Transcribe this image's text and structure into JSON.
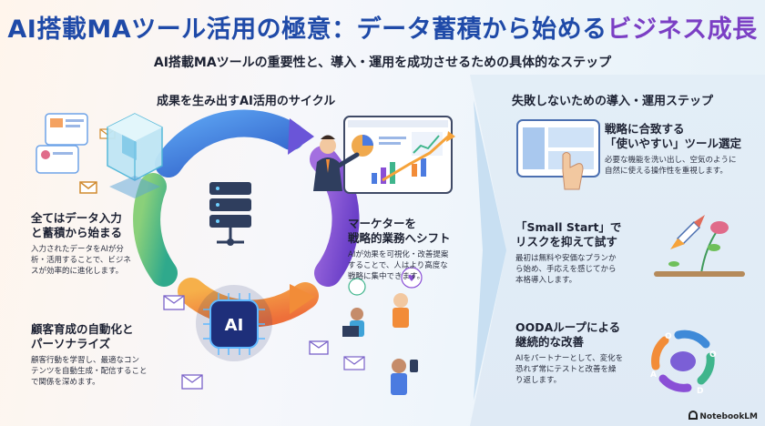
{
  "header": {
    "title_main": "AI搭載MAツール活用の極意：データ蓄積から始める",
    "title_accent": "ビジネス成長",
    "subtitle": "AI搭載MAツールの重要性と、導入・運用を成功させるための具体的なステップ"
  },
  "left_section": {
    "heading": "成果を生み出すAI活用のサイクル",
    "ai_chip_label": "AI",
    "blocks": [
      {
        "title_line1": "全てはデータ入力",
        "title_line2": "と蓄積から始まる",
        "body": [
          "入力されたデータをAIが分",
          "析・活用することで、ビジネ",
          "スが効率的に進化します。"
        ]
      },
      {
        "title_line1": "マーケターを",
        "title_line2": "戦略的業務へシフト",
        "body": [
          "AIが効果を可視化・改善提案",
          "することで、人はより高度な",
          "戦略に集中できます。"
        ]
      },
      {
        "title_line1": "顧客育成の自動化と",
        "title_line2": "パーソナライズ",
        "body": [
          "顧客行動を学習し、最適なコン",
          "テンツを自動生成・配信すること",
          "で関係を深めます。"
        ]
      }
    ]
  },
  "right_section": {
    "heading": "失敗しないための導入・運用ステップ",
    "steps": [
      {
        "title_line1": "戦略に合致する",
        "title_line2": "「使いやすい」ツール選定",
        "body": [
          "必要な機能を洗い出し、空気のように",
          "自然に使える操作性を重視します。"
        ]
      },
      {
        "title_line1": "「Small Start」で",
        "title_line2": "リスクを抑えて試す",
        "body": [
          "最初は無料や安価なプランか",
          "ら始め、手応えを感じてから",
          "本格導入します。"
        ]
      },
      {
        "title_line1": "OODAループによる",
        "title_line2": "継続的な改善",
        "body": [
          "AIをパートナーとして、変化を",
          "恐れず常にテストと改善を繰",
          "り返します。"
        ]
      }
    ],
    "ooda_letters": [
      "O",
      "O",
      "D",
      "A"
    ]
  },
  "footer": {
    "brand": "NotebookLM"
  },
  "colors": {
    "title_blue": "#1f4aa8",
    "title_purple": "#7b3fc4",
    "cycle_blue": "#3a7bd5",
    "cycle_green": "#3fb58c",
    "cycle_purple": "#8a4fd6",
    "cycle_orange": "#f28c38"
  }
}
